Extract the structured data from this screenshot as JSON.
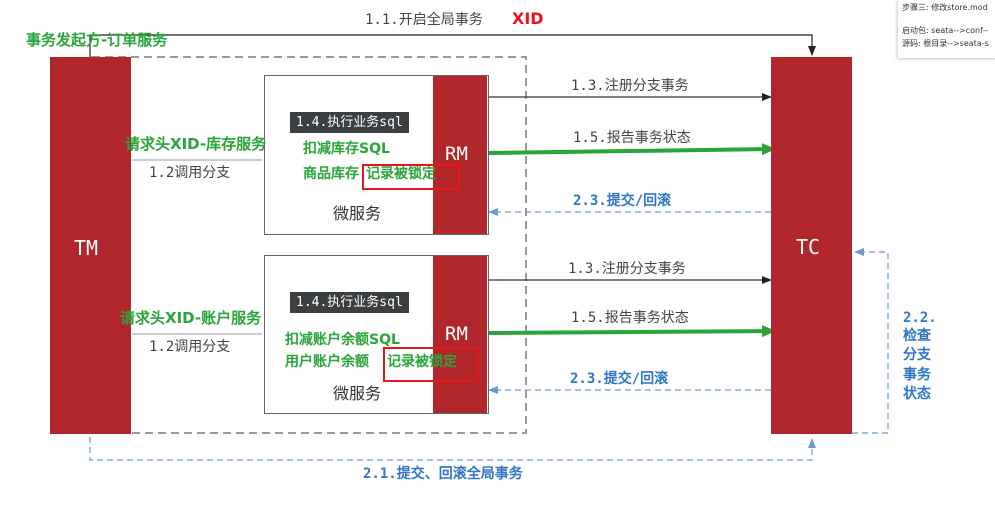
{
  "top_arrow_label": "1.1.开启全局事务",
  "top_arrow_xid": "XID",
  "initiator_label": "事务发起方-订单服务",
  "tm_label": "TM",
  "tc_label": "TC",
  "services": [
    {
      "header_label": "请求头XID-库存服务",
      "call_label": "1.2调用分支",
      "sql_label": "1.4.执行业务sql",
      "action_line1": "扣减库存SQL",
      "action_line2_prefix": "商品库存",
      "action_locked": "记录被锁定",
      "service_label": "微服务",
      "rm_label": "RM",
      "register_label": "1.3.注册分支事务",
      "report_label": "1.5.报告事务状态",
      "commit_label": "2.3.提交/回滚"
    },
    {
      "header_label": "请求头XID-账户服务",
      "call_label": "1.2调用分支",
      "sql_label": "1.4.执行业务sql",
      "action_line1": "扣减账户余额SQL",
      "action_line2_prefix": "用户账户余额",
      "action_locked": "记录被锁定",
      "service_label": "微服务",
      "rm_label": "RM",
      "register_label": "1.3.注册分支事务",
      "report_label": "1.5.报告事务状态",
      "commit_label": "2.3.提交/回滚"
    }
  ],
  "check_label": [
    "2.2.",
    "检查",
    "分支",
    "事务",
    "状态"
  ],
  "bottom_label": "2.1.提交、回滚全局事务",
  "note": {
    "line1": "步骤三: 修改store.mod",
    "line2": "启动包: seata-->conf--",
    "line3": "源码: 根目录-->seata-s"
  },
  "colors": {
    "bar": "#b0262a",
    "green": "#2aa53a",
    "blue": "#2f76c6",
    "red_box": "#e8161b"
  }
}
